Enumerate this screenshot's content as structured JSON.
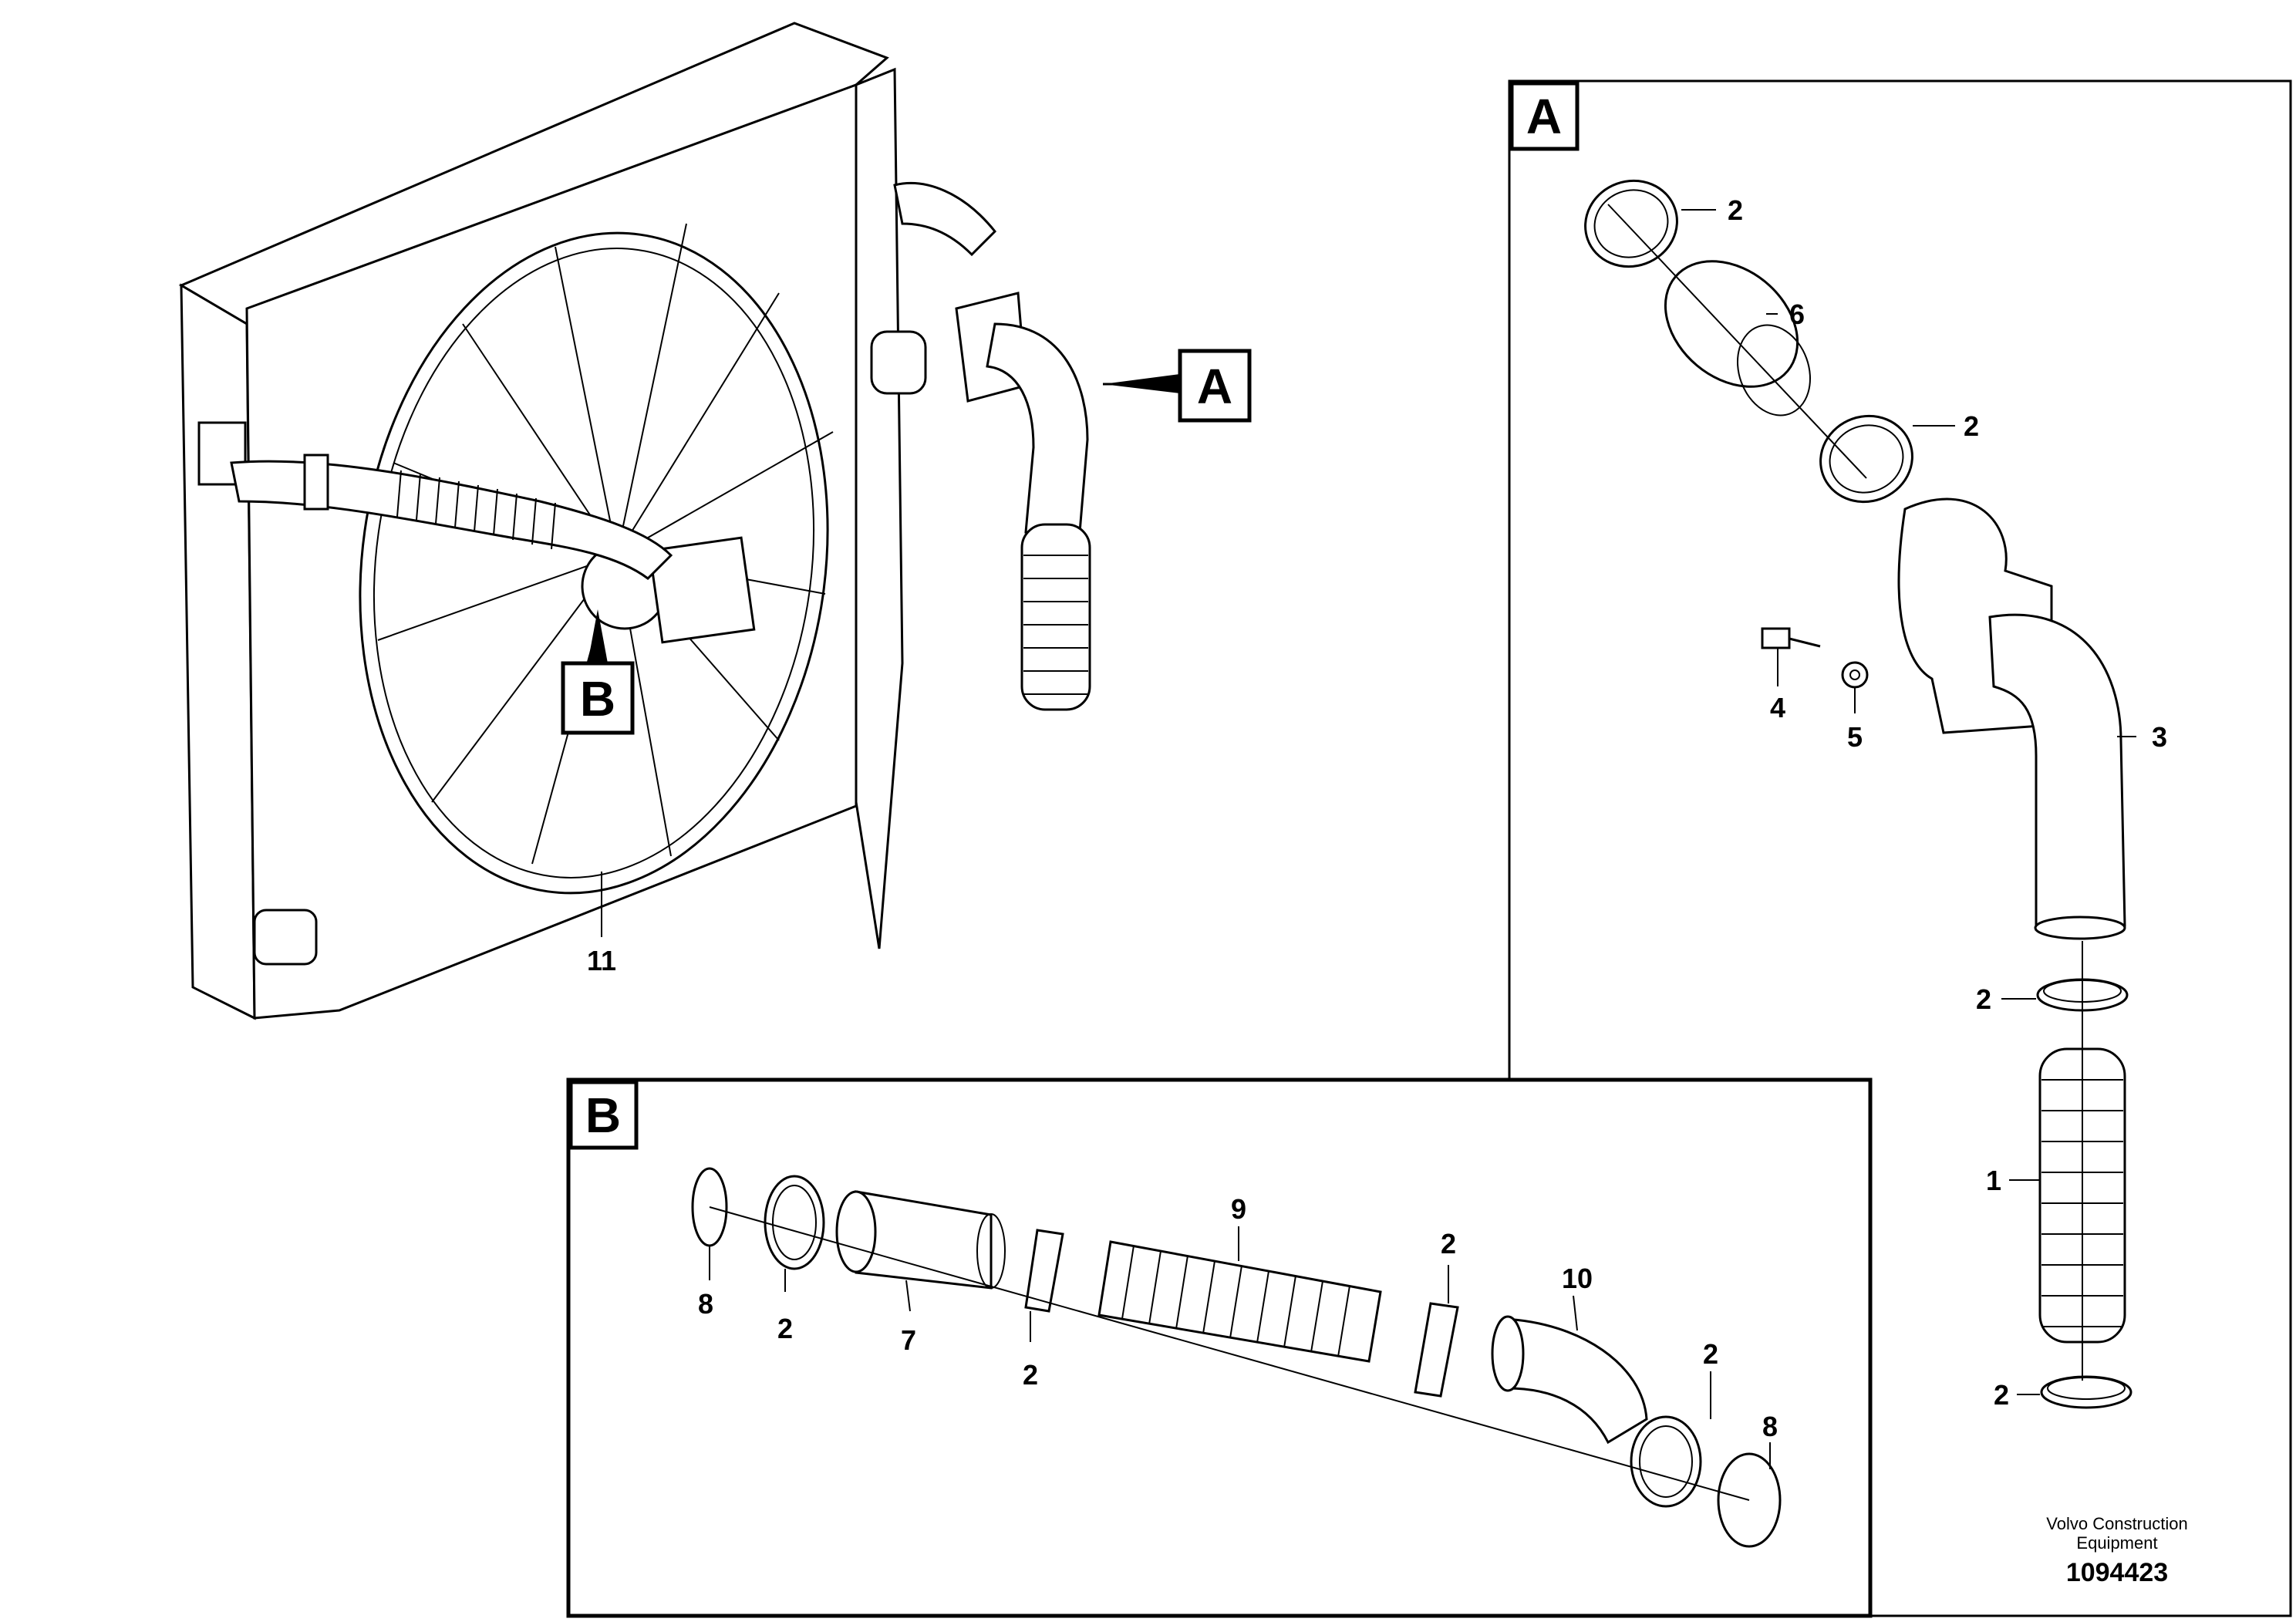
{
  "frames": {
    "a_label": "A",
    "b_label": "B"
  },
  "main_view": {
    "pointer_a": "A",
    "pointer_b": "B",
    "callout_11": "11"
  },
  "detail_a": {
    "callouts": {
      "c2_top": "2",
      "c6": "6",
      "c2_mid": "2",
      "c4": "4",
      "c5": "5",
      "c3": "3",
      "c2_lower": "2",
      "c1": "1",
      "c2_bottom": "2"
    }
  },
  "detail_b": {
    "callouts": {
      "c8_left": "8",
      "c2_left": "2",
      "c7": "7",
      "c2_sleeve": "2",
      "c9": "9",
      "c2_mid": "2",
      "c10": "10",
      "c2_right": "2",
      "c8_right": "8"
    }
  },
  "footer": {
    "brand_line1": "Volvo Construction",
    "brand_line2": "Equipment",
    "doc_number": "1094423"
  }
}
